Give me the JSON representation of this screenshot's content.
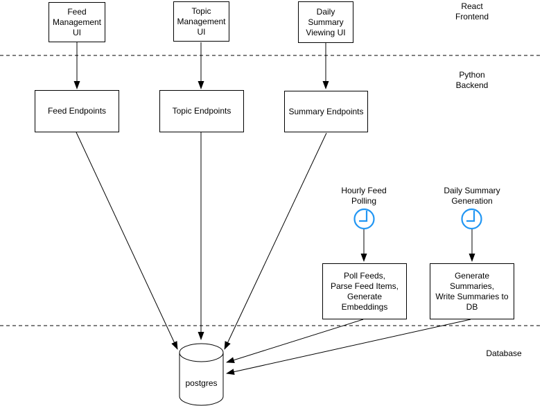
{
  "diagram": {
    "zones": {
      "frontend_label": "React\nFrontend",
      "backend_label": "Python\nBackend",
      "database_label": "Database"
    },
    "nodes": {
      "feed_mgmt_ui": {
        "label": "Feed\nManagement\nUI"
      },
      "topic_mgmt_ui": {
        "label": "Topic\nManagement\nUI"
      },
      "daily_summary_ui": {
        "label": "Daily\nSummary\nViewing UI"
      },
      "feed_endpoints": {
        "label": "Feed Endpoints"
      },
      "topic_endpoints": {
        "label": "Topic Endpoints"
      },
      "summary_endpoints": {
        "label": "Summary Endpoints"
      },
      "poll_feeds_job": {
        "label": "Poll Feeds,\nParse Feed Items,\nGenerate\nEmbeddings"
      },
      "generate_summaries_job": {
        "label": "Generate\nSummaries,\nWrite Summaries to\nDB"
      },
      "postgres": {
        "label": "postgres"
      }
    },
    "timers": {
      "hourly": {
        "label": "Hourly Feed\nPolling"
      },
      "daily": {
        "label": "Daily Summary\nGeneration"
      }
    },
    "edges": [
      {
        "from": "Feed Management UI",
        "to": "Feed Endpoints"
      },
      {
        "from": "Topic Management UI",
        "to": "Topic Endpoints"
      },
      {
        "from": "Daily Summary Viewing UI",
        "to": "Summary Endpoints"
      },
      {
        "from": "Feed Endpoints",
        "to": "postgres"
      },
      {
        "from": "Topic Endpoints",
        "to": "postgres"
      },
      {
        "from": "Summary Endpoints",
        "to": "postgres"
      },
      {
        "from": "Hourly Feed Polling timer",
        "to": "Poll Feeds, Parse Feed Items, Generate Embeddings"
      },
      {
        "from": "Daily Summary Generation timer",
        "to": "Generate Summaries, Write Summaries to DB"
      },
      {
        "from": "Poll Feeds, Parse Feed Items, Generate Embeddings",
        "to": "postgres"
      },
      {
        "from": "Generate Summaries, Write Summaries to DB",
        "to": "postgres"
      }
    ],
    "colors": {
      "timer_blue": "#2196f3",
      "stroke": "#000000",
      "background": "#ffffff"
    }
  }
}
